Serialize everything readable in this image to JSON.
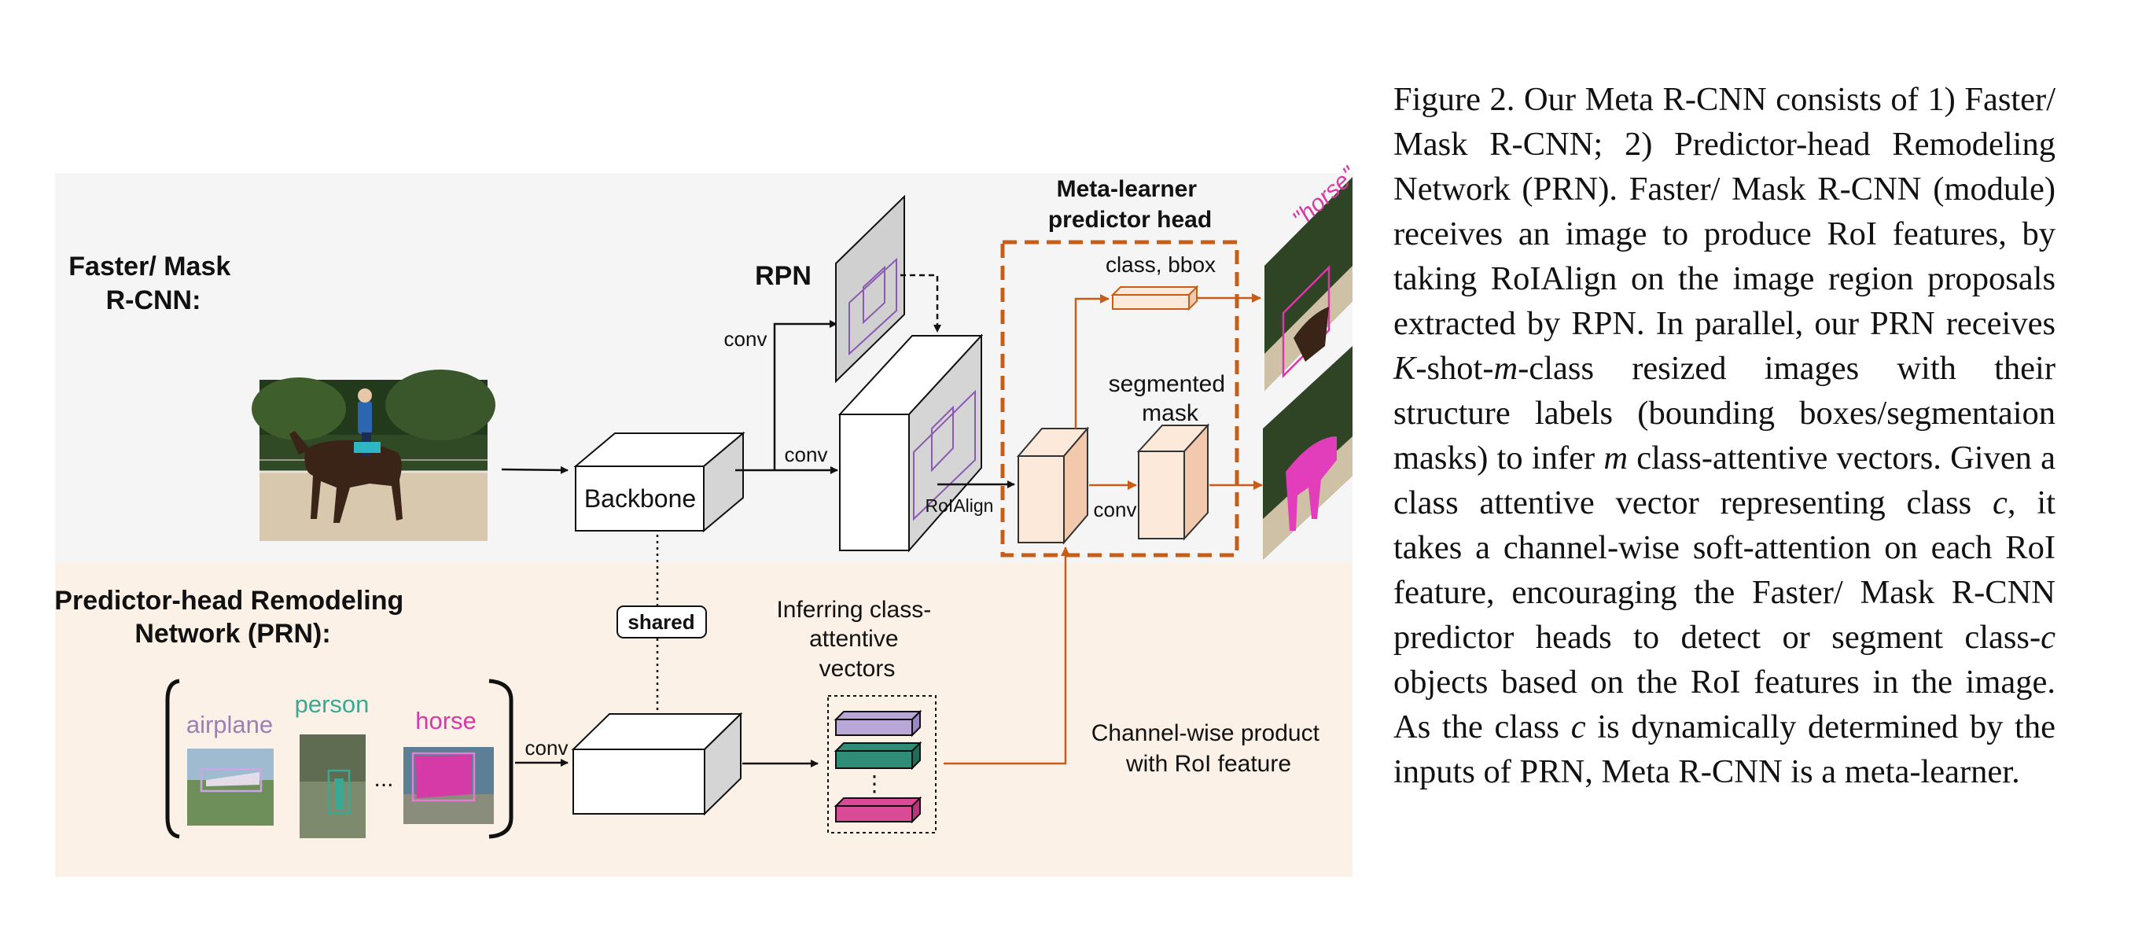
{
  "figure": {
    "top_section_title": [
      "Faster/ Mask",
      "R-CNN:"
    ],
    "bottom_section_title": [
      "Predictor-head Remodeling",
      "Network (PRN):"
    ],
    "backbone_label": "Backbone",
    "rpn_label": "RPN",
    "conv_label": "conv",
    "roialign_label": "RoIAlign",
    "meta_learner_title": [
      "Meta-learner",
      "predictor head"
    ],
    "class_bbox_label": "class, bbox",
    "segmented_mask_label": [
      "segmented",
      "mask"
    ],
    "shared_label": "shared",
    "inferring_label": [
      "Inferring class-",
      "attentive",
      "vectors"
    ],
    "channel_product_label": [
      "Channel-wise product",
      "with RoI feature"
    ],
    "support_classes": [
      {
        "name": "airplane",
        "color": "#9b7fb6"
      },
      {
        "name": "person",
        "color": "#3aa892"
      },
      {
        "name": "horse",
        "color": "#d63aa6"
      }
    ],
    "ellipsis": "...",
    "vertical_dots": "⋮",
    "output_label": "\"horse\"",
    "colors": {
      "top_bg": "#f5f5f5",
      "bottom_bg": "#fcf1e7",
      "orange": "#c65e1a",
      "rpn_gray": "#d0d0d0",
      "proposal_purple": "#8a5bb0",
      "feature_peach": "#fde9d9",
      "vec_purple": "#b9a7d8",
      "vec_teal": "#2f8c76",
      "vec_pink": "#d94a97"
    }
  },
  "caption": {
    "segments": [
      {
        "t": "Figure 2. Our Meta R-CNN consists of 1) Faster/ Mask R-CNN; 2) Predictor-head Remodeling Network (PRN). Faster/ Mask R-CNN (module) receives an image to produce RoI features, by taking RoIAlign on the image region proposals extracted by RPN. In parallel, our PRN receives "
      },
      {
        "t": "K",
        "i": true
      },
      {
        "t": "-shot-"
      },
      {
        "t": "m",
        "i": true
      },
      {
        "t": "-class resized images with their structure labels (bounding boxes/segmentaion masks) to infer "
      },
      {
        "t": "m",
        "i": true
      },
      {
        "t": " class-attentive vectors.  Given a class attentive vector representing class "
      },
      {
        "t": "c",
        "i": true
      },
      {
        "t": ", it takes a channel-wise soft-attention on each RoI feature, encouraging the Faster/ Mask R-CNN predictor heads to detect or segment class-"
      },
      {
        "t": "c",
        "i": true
      },
      {
        "t": " objects based on the RoI features in the image. As the class "
      },
      {
        "t": "c",
        "i": true
      },
      {
        "t": " is dynamically determined by the inputs of PRN, Meta R-CNN is a meta-learner."
      }
    ]
  }
}
